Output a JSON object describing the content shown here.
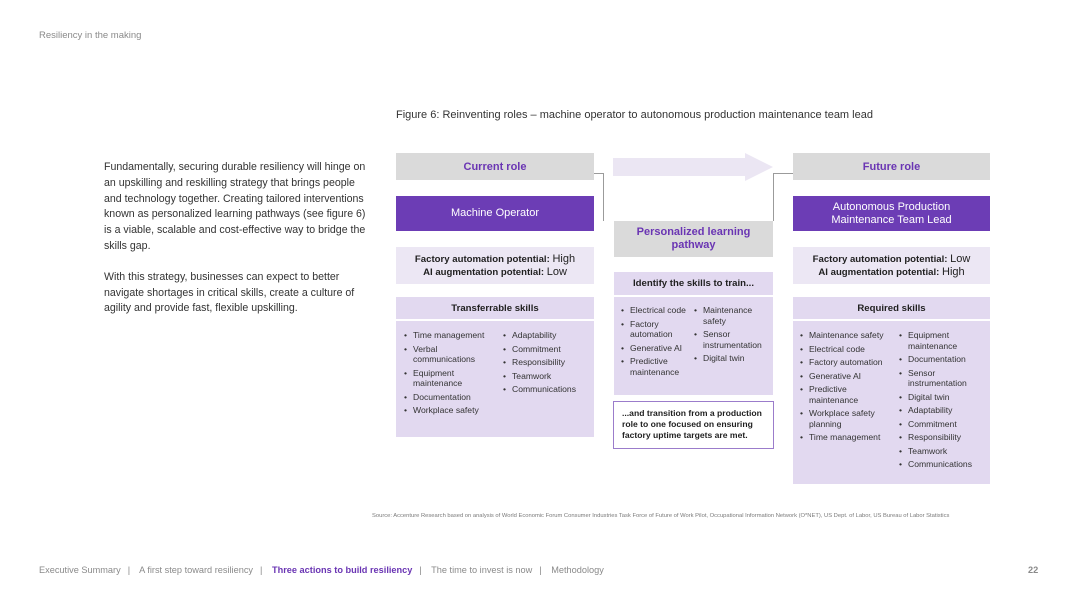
{
  "header": {
    "title": "Resiliency in the making"
  },
  "figure": {
    "title": "Figure 6: Reinventing roles – machine operator to autonomous production maintenance team lead"
  },
  "body": {
    "p1": "Fundamentally, securing durable resiliency will hinge on an upskilling and reskilling strategy that brings people and technology together. Creating tailored interventions known as personalized learning pathways (see figure 6) is a viable, scalable and cost-effective way to bridge the skills gap.",
    "p2": "With this strategy, businesses can expect to better navigate shortages in critical skills, create a culture of agility and provide fast, flexible upskilling."
  },
  "current": {
    "header": "Current role",
    "role": "Machine Operator",
    "auto_label": "Factory automation potential:",
    "auto_value": "High",
    "ai_label": "AI augmentation potential:",
    "ai_value": "Low",
    "skills_header": "Transferrable skills",
    "skills_left": [
      "Time management",
      "Verbal communications",
      "Equipment maintenance",
      "Documentation",
      "Workplace safety"
    ],
    "skills_right": [
      "Adaptability",
      "Commitment",
      "Responsibility",
      "Teamwork",
      "Communications"
    ]
  },
  "pathway": {
    "header": "Personalized learning pathway",
    "identify": "Identify the skills to train...",
    "skills_left": [
      "Electrical code",
      "Factory automation",
      "Generative AI",
      "Predictive maintenance"
    ],
    "skills_right": [
      "Maintenance safety",
      "Sensor instrumentation",
      "Digital twin"
    ],
    "transition": "...and transition from a production role to one focused on ensuring factory uptime targets are met."
  },
  "future": {
    "header": "Future role",
    "role_line1": "Autonomous Production",
    "role_line2": "Maintenance Team Lead",
    "auto_label": "Factory automation potential:",
    "auto_value": "Low",
    "ai_label": "AI augmentation potential:",
    "ai_value": "High",
    "skills_header": "Required skills",
    "skills_left": [
      "Maintenance safety",
      "Electrical code",
      "Factory automation",
      "Generative AI",
      "Predictive maintenance",
      "Workplace safety planning",
      "Time management"
    ],
    "skills_right": [
      "Equipment maintenance",
      "Documentation",
      "Sensor instrumentation",
      "Digital twin",
      "Adaptability",
      "Commitment",
      "Responsibility",
      "Teamwork",
      "Communications"
    ]
  },
  "source": "Source: Accenture Research based on analysis of World Economic Forum Consumer Industries Task Force of Future of Work Pilot, Occupational Information Network (O*NET), US Dept. of Labor, US Bureau of Labor Statistics",
  "footer": {
    "items": [
      "Executive Summary",
      "A first step toward resiliency",
      "Three actions to build resiliency",
      "The time to invest is now",
      "Methodology"
    ],
    "page": "22"
  },
  "colors": {
    "accent": "#6c3db5",
    "light_purple": "#e2d9f0",
    "grey": "#dadada"
  }
}
